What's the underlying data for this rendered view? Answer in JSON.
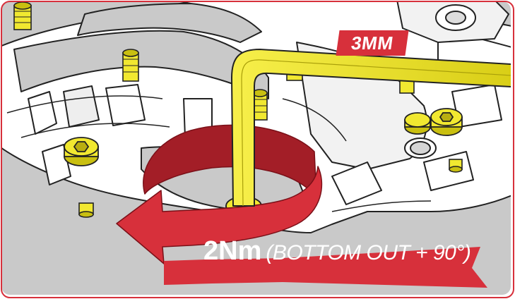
{
  "tool_size_label": "3MM",
  "torque": {
    "value": "2Nm",
    "note": "(BOTTOM OUT + 90°)"
  },
  "colors": {
    "accent": "#d7303b",
    "accent_dark": "#a31e27",
    "background": "#c9c9c9",
    "part": "#ffffff",
    "outline": "#222222",
    "hardware": "#f1e830",
    "hardware_shade": "#c9bf10"
  },
  "icons": {
    "rotation_arrow": "curved-arrow-counterclockwise",
    "hex_key": "allen-key",
    "fasteners": "socket-head-bolt"
  }
}
